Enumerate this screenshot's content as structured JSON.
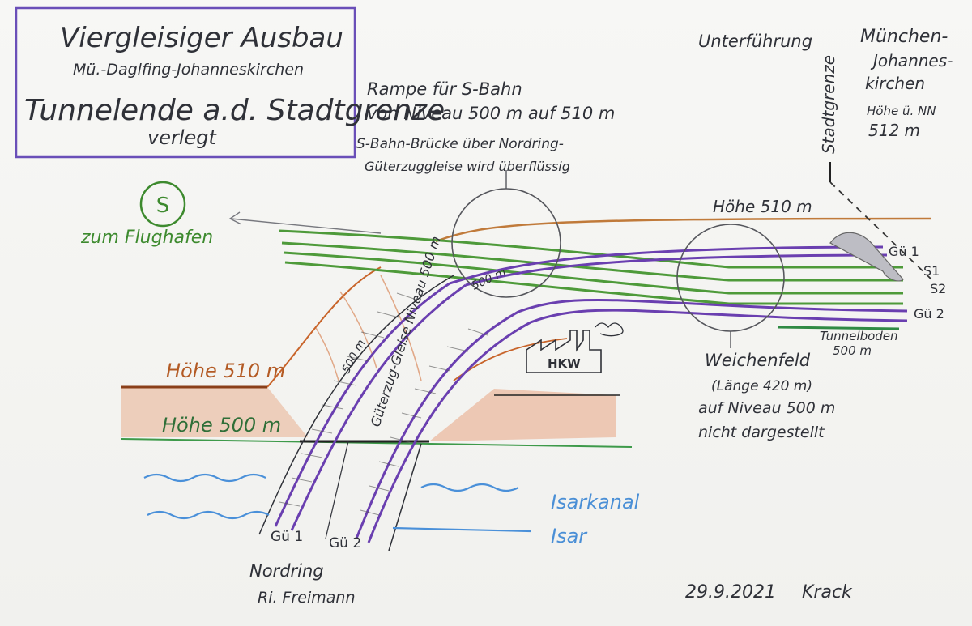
{
  "title_box": {
    "line1": "Viergleisiger Ausbau",
    "line2": "Mü.-Daglfing-Johanneskirchen",
    "line3": "Tunnelende a.d. Stadtgrenze",
    "line4": "verlegt"
  },
  "labels": {
    "rampe": [
      "Rampe für S-Bahn",
      "von Niveau 500 m auf 510 m"
    ],
    "bruecke": [
      "S-Bahn-Brücke über Nordring-",
      "Güterzuggleise wird überflüssig"
    ],
    "unterfuehrung": "Unterführung",
    "stadtgrenze": "Stadtgrenze",
    "ort": [
      "München-",
      "Johannes-",
      "kirchen"
    ],
    "hoehe_nn": [
      "Höhe ü. NN",
      "512 m"
    ],
    "s_logo": "S",
    "flughafen": "zum Flughafen",
    "hoehe_510_top": "Höhe 510 m",
    "hoehe_510_left": "Höhe 510 m",
    "hoehe_500_left": "Höhe 500 m",
    "tracks_right": [
      "Gü 1",
      "S1",
      "S2",
      "Gü 2"
    ],
    "tunnelboden": [
      "Tunnelboden",
      "500 m"
    ],
    "weichenfeld": [
      "Weichenfeld",
      "(Länge 420 m)",
      "auf Niveau 500 m",
      "nicht dargestellt"
    ],
    "hkw": "HKW",
    "gueterzug": "Güterzug-Gleise Niveau 500 m",
    "mark_500": "500 m",
    "isarkanal": "Isarkanal",
    "isar": "Isar",
    "gue1_bottom": "Gü 1",
    "gue2_bottom": "Gü 2",
    "nordring": [
      "Nordring",
      "Ri. Freimann"
    ],
    "date": "29.9.2021",
    "author": "Krack"
  },
  "colors": {
    "s_bahn_tracks": "#4e9a3a",
    "freight_tracks": "#6a3fb0",
    "embankment": "#c8642a",
    "ground_line": "#3e9a4a",
    "water": "#4a90d9",
    "title_border": "#6a4fb8",
    "ink": "#2f3138"
  }
}
